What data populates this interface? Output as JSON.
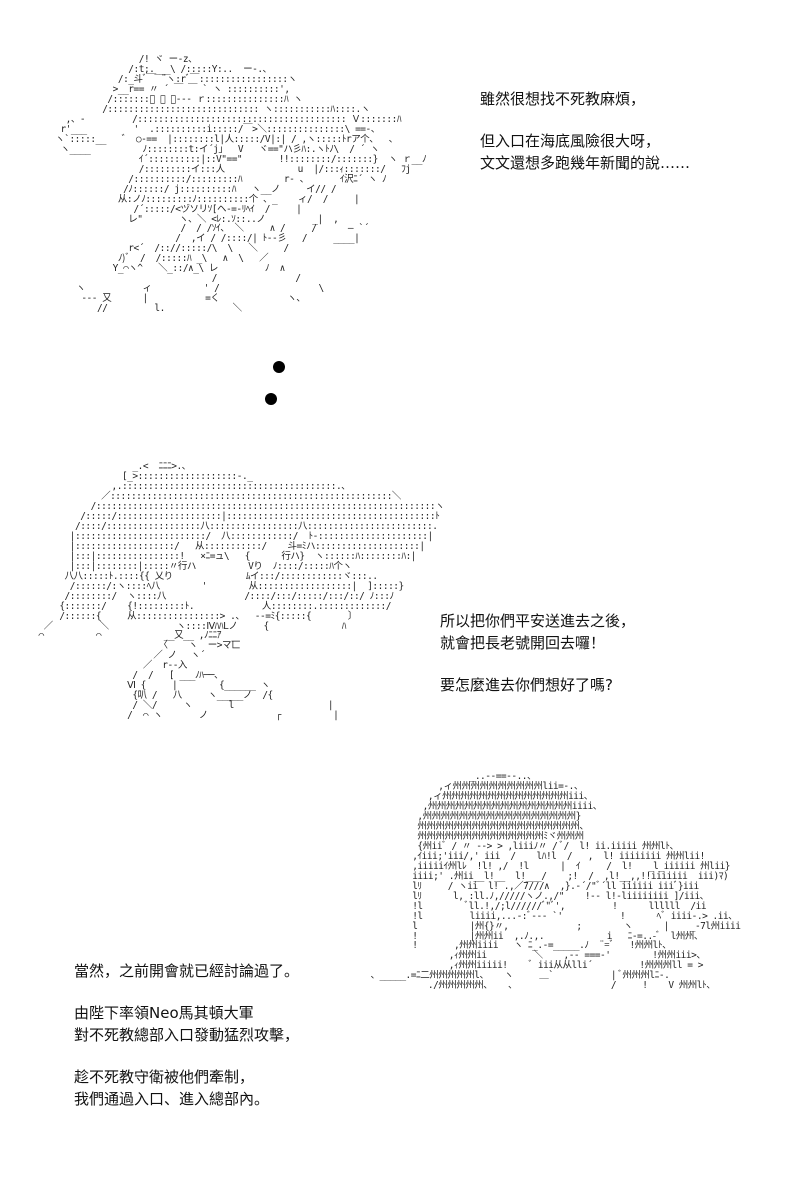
{
  "panels": [
    {
      "ascii_art": "                 /! ヾ ー-z、\n               /:t;.___\\ /:::::Y:..  ー-.、\n             /:_斗ﾞ￣ ¨ヽ:rﾞ￣:::::::::::::::::ヽ\n            >__r== 〃 ´ ￣ ￣ ` ヽ ::::::::::',\n           /:::::::ﾞ ￣ ー‐-‐ ｒ:::::::::::::::ﾊ ヽ\n          /::::::::::::::::::::::::::::: ヽ:::::::::::ﾊ::::.ヽ\n   ,、-         /:::::::::::::::::::::::::::::::::::::::: Ｖ:::::::ﾊ\n  r'___         '  .::::::::::i:::::/￣>＼:::::::::::::::\\ ==-、\n ヽ`:::::__   ゛ ○-==  |::::::::l|人:::::/V|:| / ,ヽ:::::ﾄrア个、  、\n  ヽ____          ﾉ::::::::t:イ´j」  V   ヾ==\"ハ彡ﾊ:.ヽﾄﾉ\\  / ´ ヽ\n                 ｲ´::::::::::|::V\"==\"       !!::::::::/:::::::}  ヽ ｒ__ﾉ\n                 /:::::::::イ:::人              u  |/:::ｨ:::::::/   ﾌj\n               /::::::::::/:::::::::ﾊ        r‐ 、      ｲ沢ﾆ´ ヽ ﾉ\n              /ﾉ::::::/ j::::::::::ﾊ   ヽ__ノ     イ// /\n             从:ノﾉ:::::::::ﾉ::::::::::个 、_    ィ/  /     |\n                /´:::::/<ヅソリｿ[ヘ-=-ﾘﾍｲ  /     |\n               レ\"       ヽ、＼ <ﾚ:.ｿ::..ノ         _|  ,\n                         /  / /ｿｲ、 ＼     ∧ /     /      ― `´\n                        /  ,イ / /::::/| ﾄ--彡   /     ____|\n               r<´  /:://:::::/\\  \\   ＼     /\n             ﾉ)ﾞ  /  /:::::ﾊ _\\   ∧  \\   ／\n            Y_⌒ヽ^   ＼_::/∧_\\ レ         ﾉ  ∧\n                               /               /\n     ヽ           ィ          ' /                   \\\n      ‐-- 又      |           =く             ヽ、\n         //         l.             ＼\n",
      "dialogue": [
        "雖然很想找不死教麻煩，",
        "",
        "但入口在海底風險很大呀，",
        "文文還想多跑幾年新聞的說……"
      ]
    },
    {
      "ascii_art": "                    _.<  ﾆﾆﾆ>.、\n                  [_>:::::::::::::::::::-._\n                ,.:::::::::::::::::::::::::::::::::::::::::.、\n              ／::::::::::::::::::::::::::::::::::::::::::::::::::::::＼\n            /:::::::::::::::::::::::::::::::::::::::::::::::::::::::::::::::::ヽ\n          /:::::/::::::::::::::::::::|::::::::::::::::::::::::::::::::::::::::ﾄ\n         /::::/::::::::::::::::::八:::::::::::::::::八::::::::::::::::::::::::.\n        |:::::::::::::::::::::::::/  八::::::::::::/  ﾄ-:::::::::::::::::::::|\n        |:::::::::::::::::::/   从:::::::::::/    斗=ﾐハ::::::::::::::::::::|\n        |:::|::::::::::::::::!   ×ﾆ=ュ\\   {      行ハ}  ヽ::::::ﾊ::::::::ﾊ:|\n        |:::|::::::::|:::::〃行ハ          Vり  ﾉ::::/:::::ﾊ个ヽ\n       八八:::::ﾄ.::::{{ 乂り              ﾑイ:::/::::::::::::ヾ:::..\n        /::::::/:ヽ::::ﾍ八        '        从::::::::::::::::::|  ]:::::}\n       /::::::::/  ヽ::::八               /::::/:::/:::::/:::/::/ ﾉ:::ﾉ\n      {:::::::/    {!:::::::::ﾄ.             人::::::::.:::::::::::::/\n      /::::::{     从::::::::::::::::> .、  -‐=ﾐ{:::::{       〕\n   ／         ＼             ヽ::::ⅣﾊﾊLノ     {              ﾊ\n  ⌒          ⌒            __又__ ,ﾉﾆﾆｱ\n                         〈    ヽ  ー>マ匸\n                        ／ ノ 　ヽ´\n                      ／  r‐‐入\n                    /  /   [ ___ﾉﾊ──、\n                   Ⅵ {     |        {______ ヽ\n                    {叭 /   八     ヽ_____ノ  /{\n                    / ＼/     ヽ       l                  |\n                   /  ⌒ ヽ       ノ             ┌          |\n",
      "dialogue": [
        "所以把你們平安送進去之後，",
        "就會把長老號開回去囉！",
        "",
        "要怎麼進去你們想好了嗎?"
      ]
    },
    {
      "ascii_art": "                     _..--==--..、\n               ,ィ州州州州州州州州州州lii=-.、\n             ,ィ州州州州州州州州州州州州州州iii、\n            ,州州州州州州州州州州州州州州州州iiii、\n           ,州州州州州州州州州州州州州州州州州}\n           州州州州州州州州州州州州州州州州州州、\n           州州州州州州州州州州州州州州ﾐヾ州州州\n           {州iiﾞ / 〃 --> > ,liiiﾉ〃 / ﾞ/  l! ii.iiiii 州州lﾄ、\n          ,ｲiii;'iii/,' iii  /    lﾊ!l  /   ,  l! iiiiiiii 州州lii!\n          ,iiiiiｲ州lﾚ  !l! ,/  !l      |  ｲ     /  l!   _l_iiiiii 州lii}\n          iiii;' .州ii__l!__  l!___/    ;!  /  ,l!__,,!!iiiiiii  iii)ﾏ)\n          lﾘ     / ヽii  l! .,／7///∧  ,}.-´/\"ﾞ´ll iiiiii iiiﾞ}iii\n          lﾘ      l, :ll.ﾉ,/////ヽノ.,/\"    !-- l!-liiiiiiii ]/iii、\n          !l        ﾞll.!,/;l//////ﾞ\"ﾞ',         !      llllll  /ii\n          !l         liiii,...-:ﾞ--- `'           !      ﾍﾞ iiii-.> .ii、\n          l          |州{}〃,             ;        ヽ      |    _-7l州iiii\n          !          |州州ii  ,.ﾉ.,.            i   ﾆ-=..-ﾞ  l州州、\n          !       ,州州iiii   ヽ ﾆ_.-=_____.ﾉ  ¨=ﾞ   !州州lﾄ、\n                 ,ｨ州州ii         ＼    ,-- ===-'        !州州iii>、\n                 ,ｨ州州iiiii!    ﾞ iii从从lli´         !州州州ll = >\n  、_____.=ﾆ二州州州州州l、   ヽ     ＿`           | ﾞ州州州lﾆ-.\n             ./州州州州州、   、                  /     !    V 州州lﾄ、\n",
      "dialogue": [
        "當然，之前開會就已經討論過了。",
        "",
        "由陛下率領Neo馬其頓大軍",
        "對不死教總部入口發動猛烈攻擊，",
        "",
        "趁不死教守衛被他們牽制，",
        "我們通過入口、進入總部內。"
      ]
    }
  ]
}
